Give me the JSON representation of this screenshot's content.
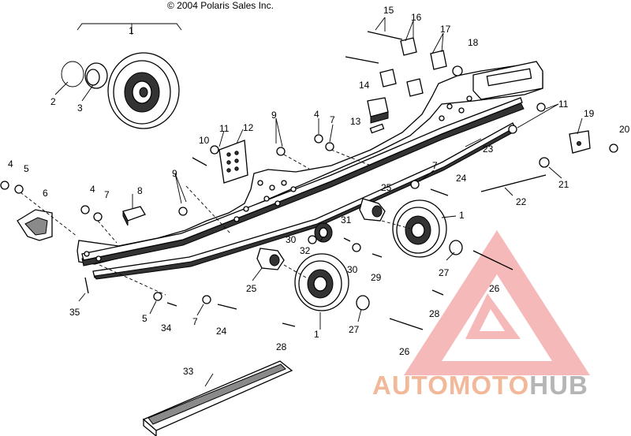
{
  "copyright": "© 2004 Polaris Sales Inc.",
  "callouts": [
    "1",
    "2",
    "3",
    "4",
    "5",
    "6",
    "7",
    "8",
    "9",
    "10",
    "11",
    "12",
    "13",
    "14",
    "15",
    "16",
    "17",
    "18",
    "19",
    "20",
    "21",
    "22",
    "23",
    "24",
    "25",
    "26",
    "27",
    "28",
    "29",
    "30",
    "31",
    "32",
    "33",
    "34",
    "35"
  ],
  "watermark": {
    "part1": "AUTOMOTO",
    "part2": "HUB",
    "color_primary": "#f2b89a",
    "color_secondary": "#b5b5b5",
    "triangle_color": "#f08080"
  }
}
